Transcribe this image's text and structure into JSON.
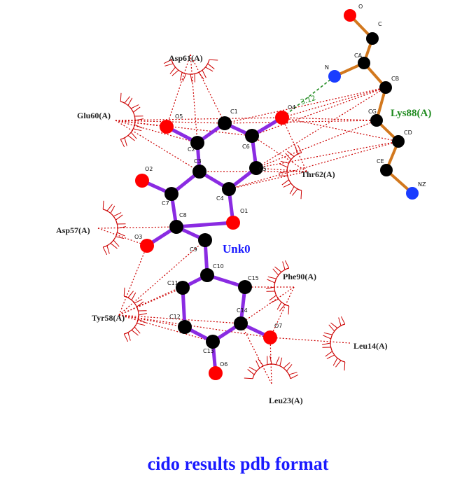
{
  "ligand": {
    "name": "Unk0"
  },
  "residue": {
    "name": "Lys88(A)"
  },
  "hbond": {
    "distance": "3.12"
  },
  "caption": "cido results pdb format",
  "colors": {
    "ligand_bond": "#8a2be2",
    "residue_bond": "#d2781e",
    "carbon": "#000000",
    "oxygen": "#ff0000",
    "nitrogen": "#1a3cff",
    "contact": "#cc0000",
    "hbond": "#1e8a1e"
  },
  "ligand_atoms": [
    "O5",
    "C1",
    "C6",
    "O4",
    "C2",
    "C3",
    "C5",
    "C4",
    "O2",
    "C7",
    "C8",
    "O1",
    "O3",
    "C9",
    "C10",
    "C11",
    "C15",
    "C12",
    "C14",
    "C13",
    "O7",
    "O6"
  ],
  "residue_atoms": [
    "O",
    "C",
    "CA",
    "N",
    "CB",
    "CG",
    "CD",
    "CE",
    "NZ"
  ],
  "contact_residues": [
    "Asp61(A)",
    "Glu60(A)",
    "Thr62(A)",
    "Asp57(A)",
    "Phe90(A)",
    "Tyr58(A)",
    "Leu14(A)",
    "Leu23(A)"
  ]
}
